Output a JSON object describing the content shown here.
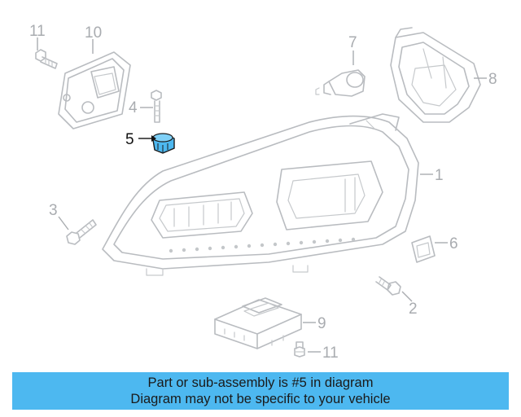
{
  "callouts": [
    {
      "id": "11a",
      "label": "11",
      "highlight": false
    },
    {
      "id": "10",
      "label": "10",
      "highlight": false
    },
    {
      "id": "4",
      "label": "4",
      "highlight": false
    },
    {
      "id": "5",
      "label": "5",
      "highlight": true
    },
    {
      "id": "7",
      "label": "7",
      "highlight": false
    },
    {
      "id": "8",
      "label": "8",
      "highlight": false
    },
    {
      "id": "1",
      "label": "1",
      "highlight": false
    },
    {
      "id": "3",
      "label": "3",
      "highlight": false
    },
    {
      "id": "6",
      "label": "6",
      "highlight": false
    },
    {
      "id": "2",
      "label": "2",
      "highlight": false
    },
    {
      "id": "9",
      "label": "9",
      "highlight": false
    },
    {
      "id": "11b",
      "label": "11",
      "highlight": false
    }
  ],
  "colors": {
    "line": "#b9bcc0",
    "highlight_part": "#4db8f0",
    "banner_bg": "#4db8f0",
    "highlight_text": "#111111"
  },
  "banner": {
    "line1": "Part or sub-assembly is #5 in diagram",
    "line2": "Diagram may not be specific to your vehicle"
  }
}
